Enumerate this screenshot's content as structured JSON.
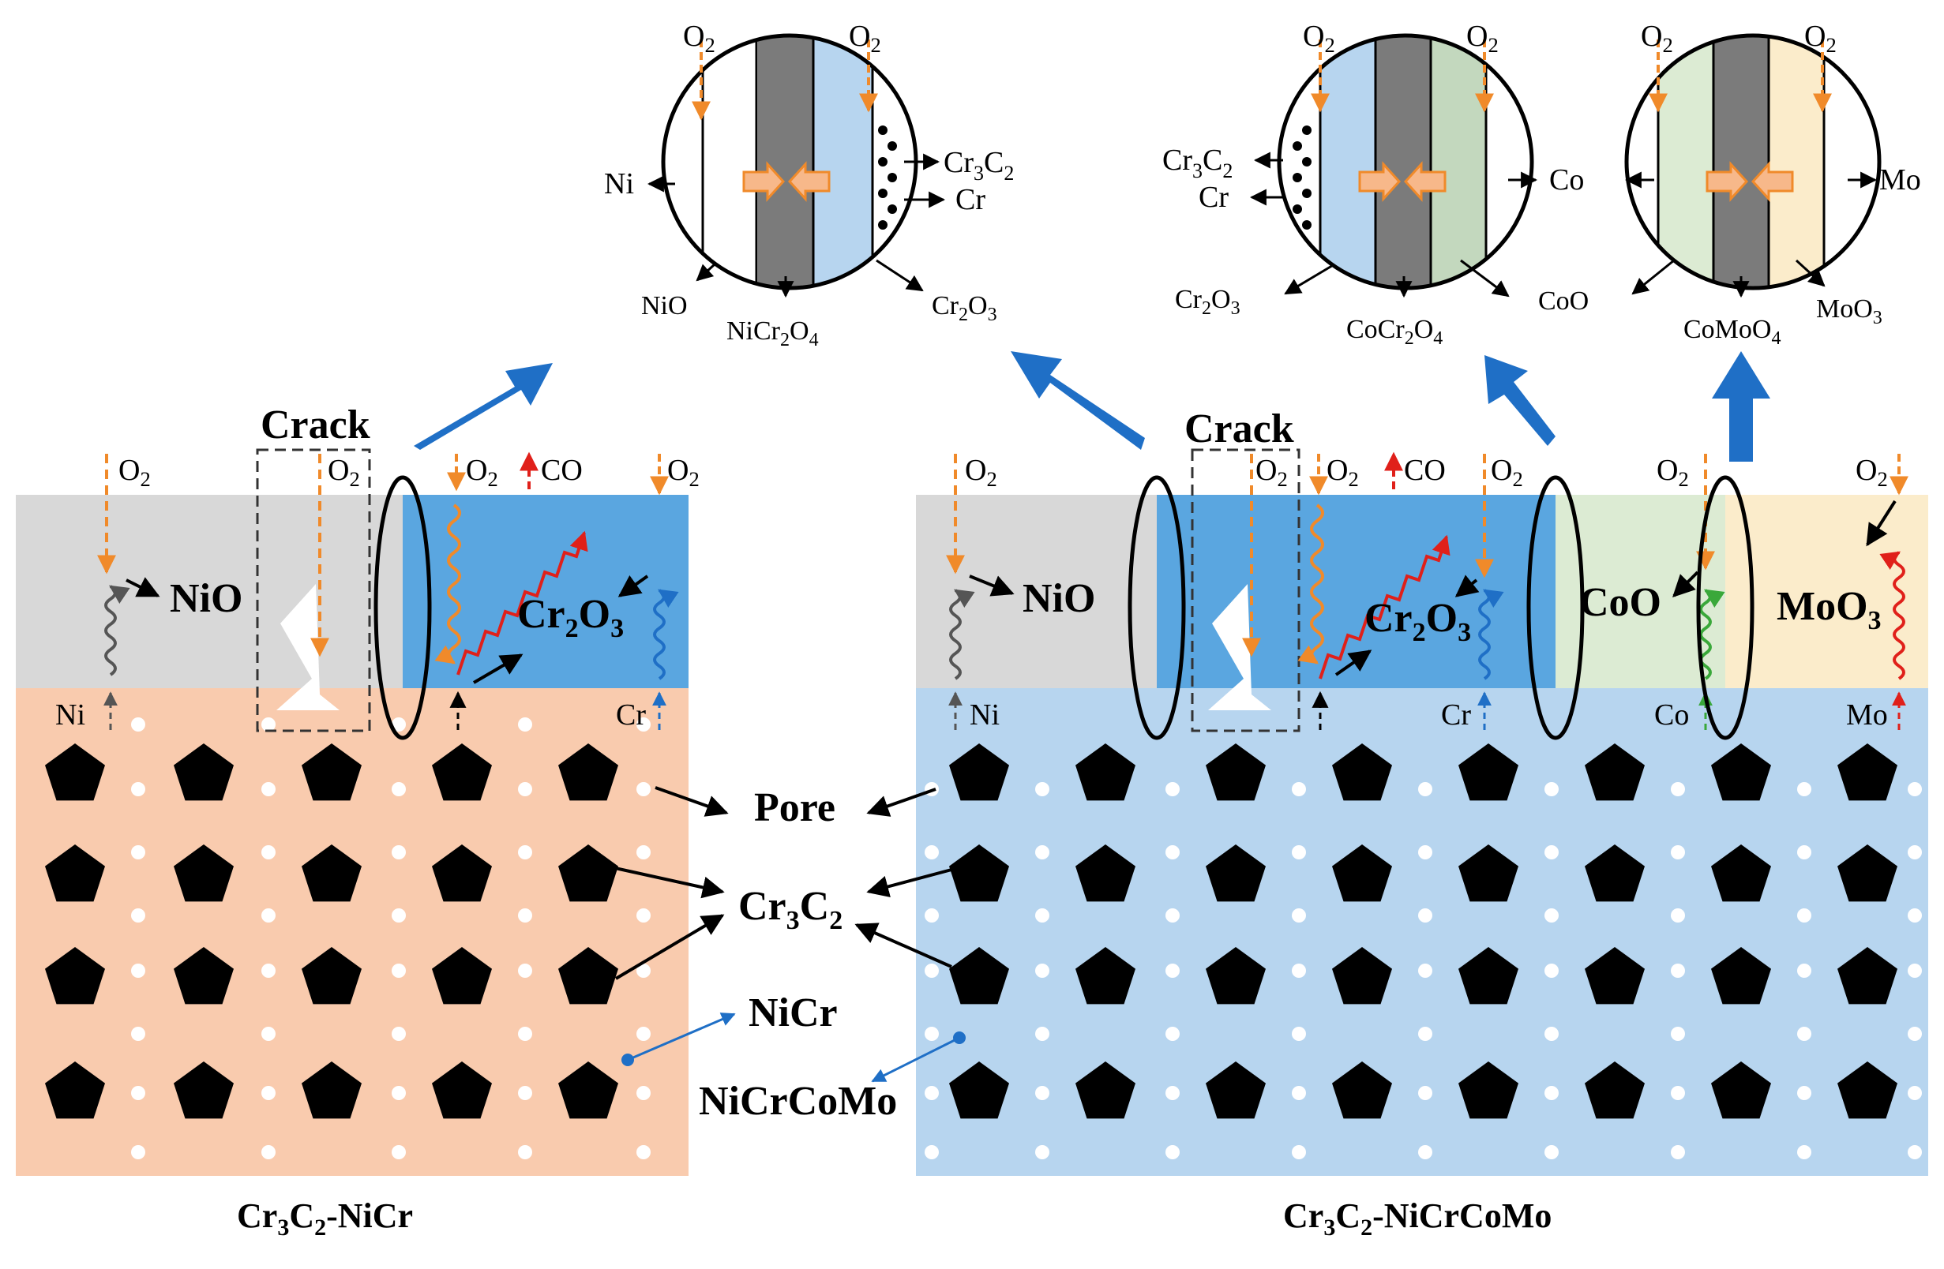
{
  "labels": {
    "crack": "Crack",
    "o2": "O2",
    "co": "CO",
    "nio": "NiO",
    "cr2o3": "Cr2O3",
    "coo": "CoO",
    "moo3": "MoO3",
    "ni": "Ni",
    "cr": "Cr",
    "co_el": "Co",
    "mo": "Mo",
    "pore": "Pore",
    "cr3c2": "Cr3C2",
    "nicr": "NiCr",
    "nicrcomo": "NiCrCoMo",
    "nicr2o4": "NiCr2O4",
    "cocr2o4": "CoCr2O4",
    "comoo4": "CoMoO4",
    "caption_left": "Cr3C2-NiCr",
    "caption_right": "Cr3C2-NiCrCoMo"
  },
  "colors": {
    "left_substrate": "#f9cbae",
    "right_substrate": "#b7d5ef",
    "nio_layer": "#d8d8d8",
    "cr2o3_layer": "#5aa6e0",
    "coo_layer": "#dcebd3",
    "moo3_layer": "#fbeccb",
    "nicr2o4_band": "#7b7b7b",
    "arrow_blue": "#1f6fc6",
    "o2_arrow": "#f08a2a",
    "co_arrow": "#e0201a"
  }
}
